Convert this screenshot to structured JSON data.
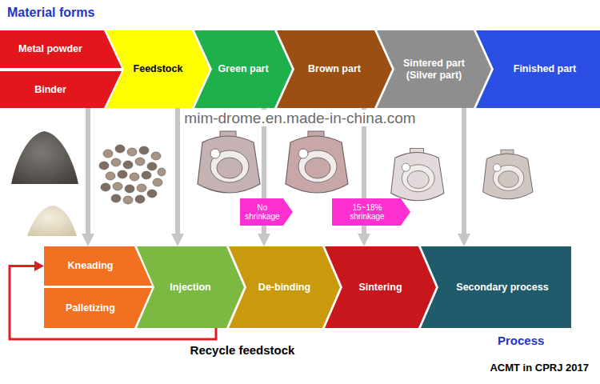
{
  "diagram": {
    "title": "Material forms",
    "caption": "ACMT in CPRJ 2017",
    "nodes": [
      {
        "text": [
          "Metal powder"
        ]
      },
      {
        "text": [
          "Binder"
        ]
      },
      {
        "text": [
          "Feedstock"
        ]
      },
      {
        "text": [
          "Green part"
        ]
      },
      {
        "text": [
          "Brown part"
        ]
      },
      {
        "text": [
          "Sintered part (Silver part)"
        ]
      },
      {
        "text": [
          "Finished part"
        ]
      },
      {
        "text": [
          "No shrinkage"
        ]
      },
      {
        "text": [
          "15~18% shrinkage"
        ]
      },
      {
        "text": [
          "Kneading"
        ]
      },
      {
        "text": [
          "Palletizing"
        ]
      },
      {
        "text": [
          "Injection"
        ]
      },
      {
        "text": [
          "De-binding"
        ]
      },
      {
        "text": [
          "Sintering"
        ]
      },
      {
        "text": [
          "Secondary process"
        ]
      }
    ],
    "edges": [
      {
        "from": 1,
        "to": 9,
        "arrow": "to"
      },
      {
        "from": 2,
        "to": 11,
        "arrow": "to"
      },
      {
        "from": 3,
        "to": 12,
        "arrow": "to"
      },
      {
        "from": 4,
        "to": 13,
        "arrow": "to"
      },
      {
        "from": 5,
        "to": 14,
        "arrow": "to"
      },
      {
        "from": 11,
        "to": 9,
        "label": "Recycle feedstock",
        "arrow": "to"
      }
    ],
    "labels": [
      "mim-drome.en.made-in-china.com",
      "Process"
    ]
  }
}
